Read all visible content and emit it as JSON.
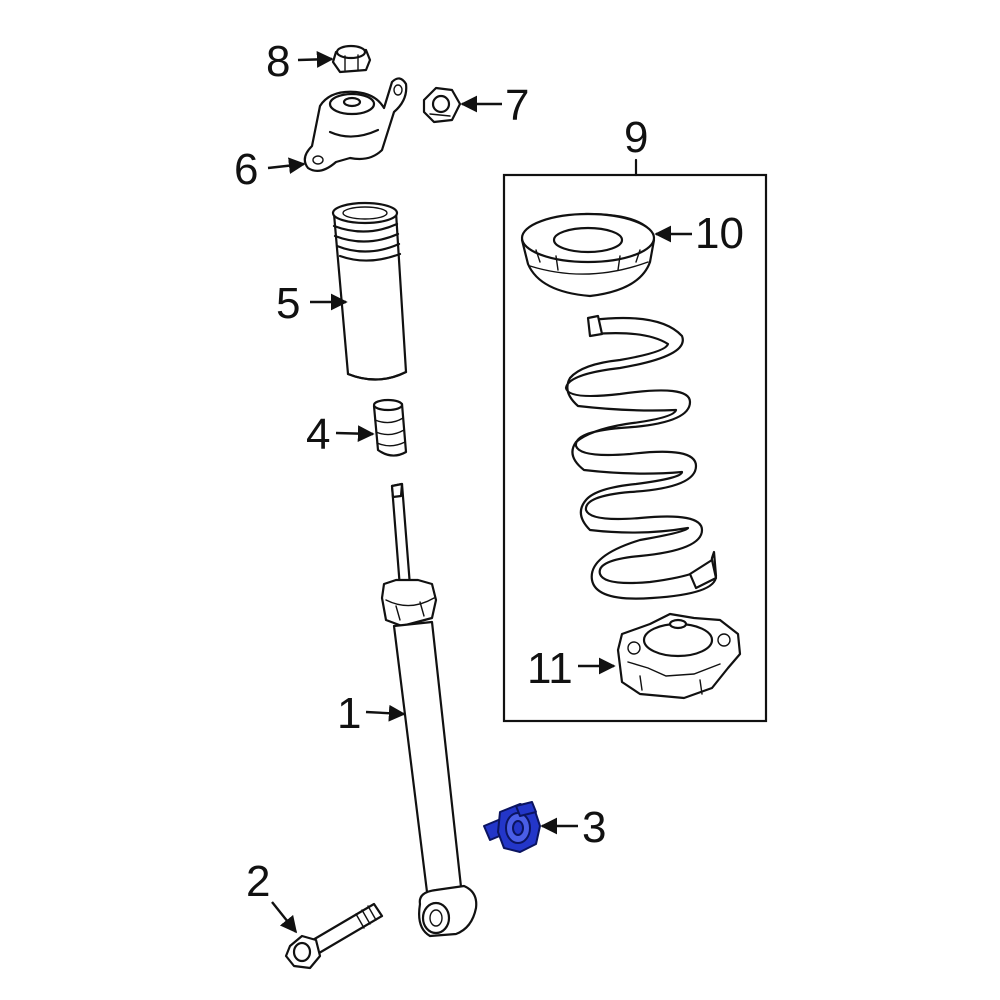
{
  "diagram": {
    "highlight_color": "#2336c9",
    "callouts": [
      {
        "id": "1",
        "label": "1"
      },
      {
        "id": "2",
        "label": "2"
      },
      {
        "id": "3",
        "label": "3"
      },
      {
        "id": "4",
        "label": "4"
      },
      {
        "id": "5",
        "label": "5"
      },
      {
        "id": "6",
        "label": "6"
      },
      {
        "id": "7",
        "label": "7"
      },
      {
        "id": "8",
        "label": "8"
      },
      {
        "id": "9",
        "label": "9"
      },
      {
        "id": "10",
        "label": "10"
      },
      {
        "id": "11",
        "label": "11"
      }
    ],
    "highlighted_part": "3"
  }
}
